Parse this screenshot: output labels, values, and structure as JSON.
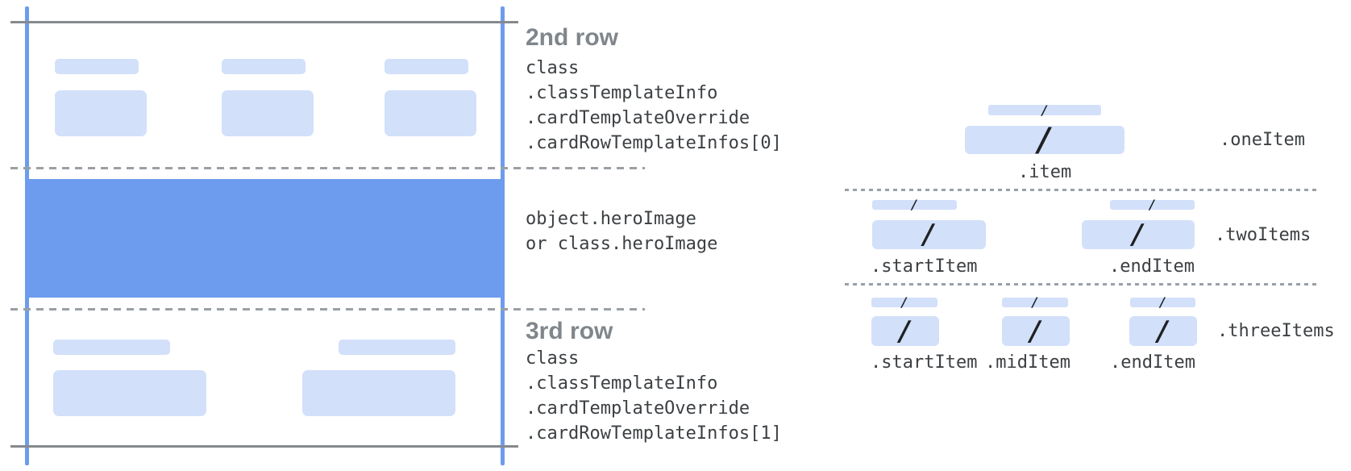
{
  "slash_glyph": "/",
  "colors": {
    "placeholder_blue": "#D3E0FA",
    "hero_blue": "#6D9CEE",
    "edge_line_blue": "#6D9CEE",
    "boundary_gray": "#86898D",
    "dash_gray": "#9AA0A6",
    "heading_gray": "#80868B",
    "code_text": "#3C4043"
  },
  "card": {
    "row2": {
      "heading": "2nd row",
      "code": [
        "class",
        ".classTemplateInfo",
        ".cardTemplateOverride",
        ".cardRowTemplateInfos[0]"
      ]
    },
    "hero": {
      "code": [
        "object.heroImage",
        "or class.heroImage"
      ]
    },
    "row3": {
      "heading": "3rd row",
      "code": [
        "class",
        ".classTemplateInfo",
        ".cardTemplateOverride",
        ".cardRowTemplateInfos[1]"
      ]
    }
  },
  "item_layouts": {
    "one": {
      "group_label": ".oneItem",
      "item_labels": [
        ".item"
      ]
    },
    "two": {
      "group_label": ".twoItems",
      "item_labels": [
        ".startItem",
        ".endItem"
      ]
    },
    "three": {
      "group_label": ".threeItems",
      "item_labels": [
        ".startItem",
        ".midItem",
        ".endItem"
      ]
    }
  }
}
